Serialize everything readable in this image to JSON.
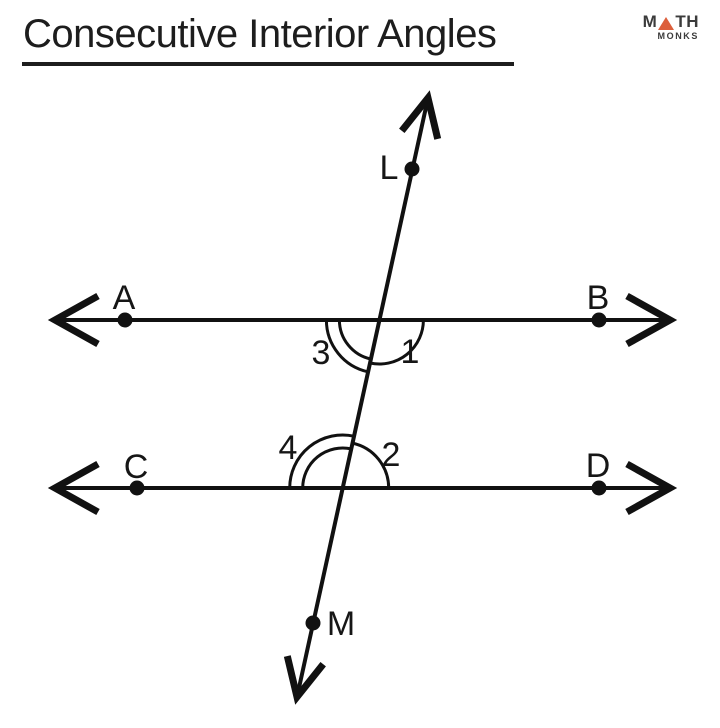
{
  "header": {
    "title": "Consecutive Interior Angles",
    "logo": {
      "part1": "M",
      "part2": "TH",
      "subtitle": "MONKS",
      "triangle_color": "#DC5F3C",
      "text_color": "#3B3B3B"
    }
  },
  "diagram": {
    "line_color": "#111111",
    "point_labels": {
      "L": "L",
      "M": "M",
      "A": "A",
      "B": "B",
      "C": "C",
      "D": "D"
    },
    "angle_labels": {
      "a1": "1",
      "a2": "2",
      "a3": "3",
      "a4": "4"
    }
  }
}
